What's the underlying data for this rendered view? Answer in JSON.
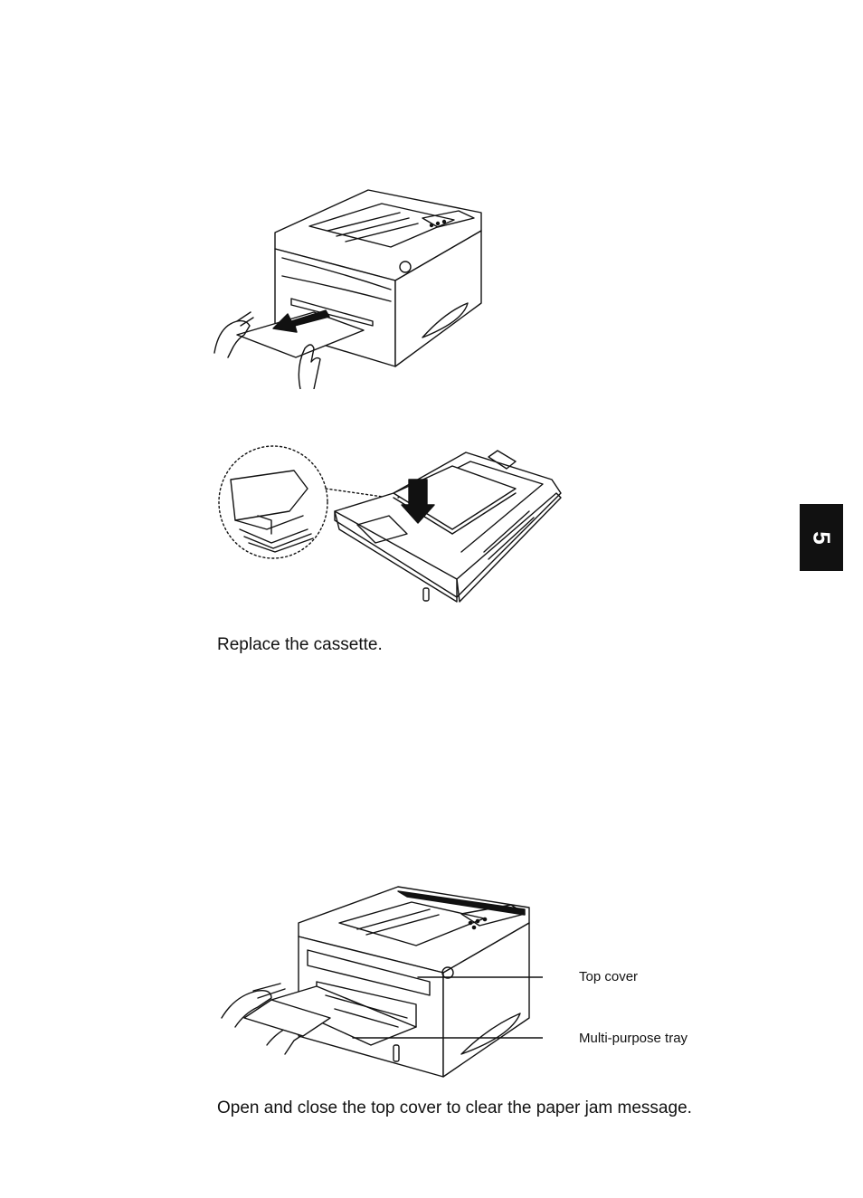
{
  "section_tab": {
    "number": "5"
  },
  "figures": {
    "printer_remove_paper": {
      "icon": "printer-paper-removal-illustration"
    },
    "cassette_load": {
      "icon": "paper-cassette-illustration"
    },
    "printer_mp_tray": {
      "icon": "printer-multipurpose-tray-illustration"
    }
  },
  "captions": {
    "replace_cassette": "Replace the cassette.",
    "open_close_cover": "Open and close the top cover to clear the paper jam message."
  },
  "callouts": {
    "top_cover": "Top cover",
    "multi_purpose_tray": "Multi-purpose tray"
  }
}
